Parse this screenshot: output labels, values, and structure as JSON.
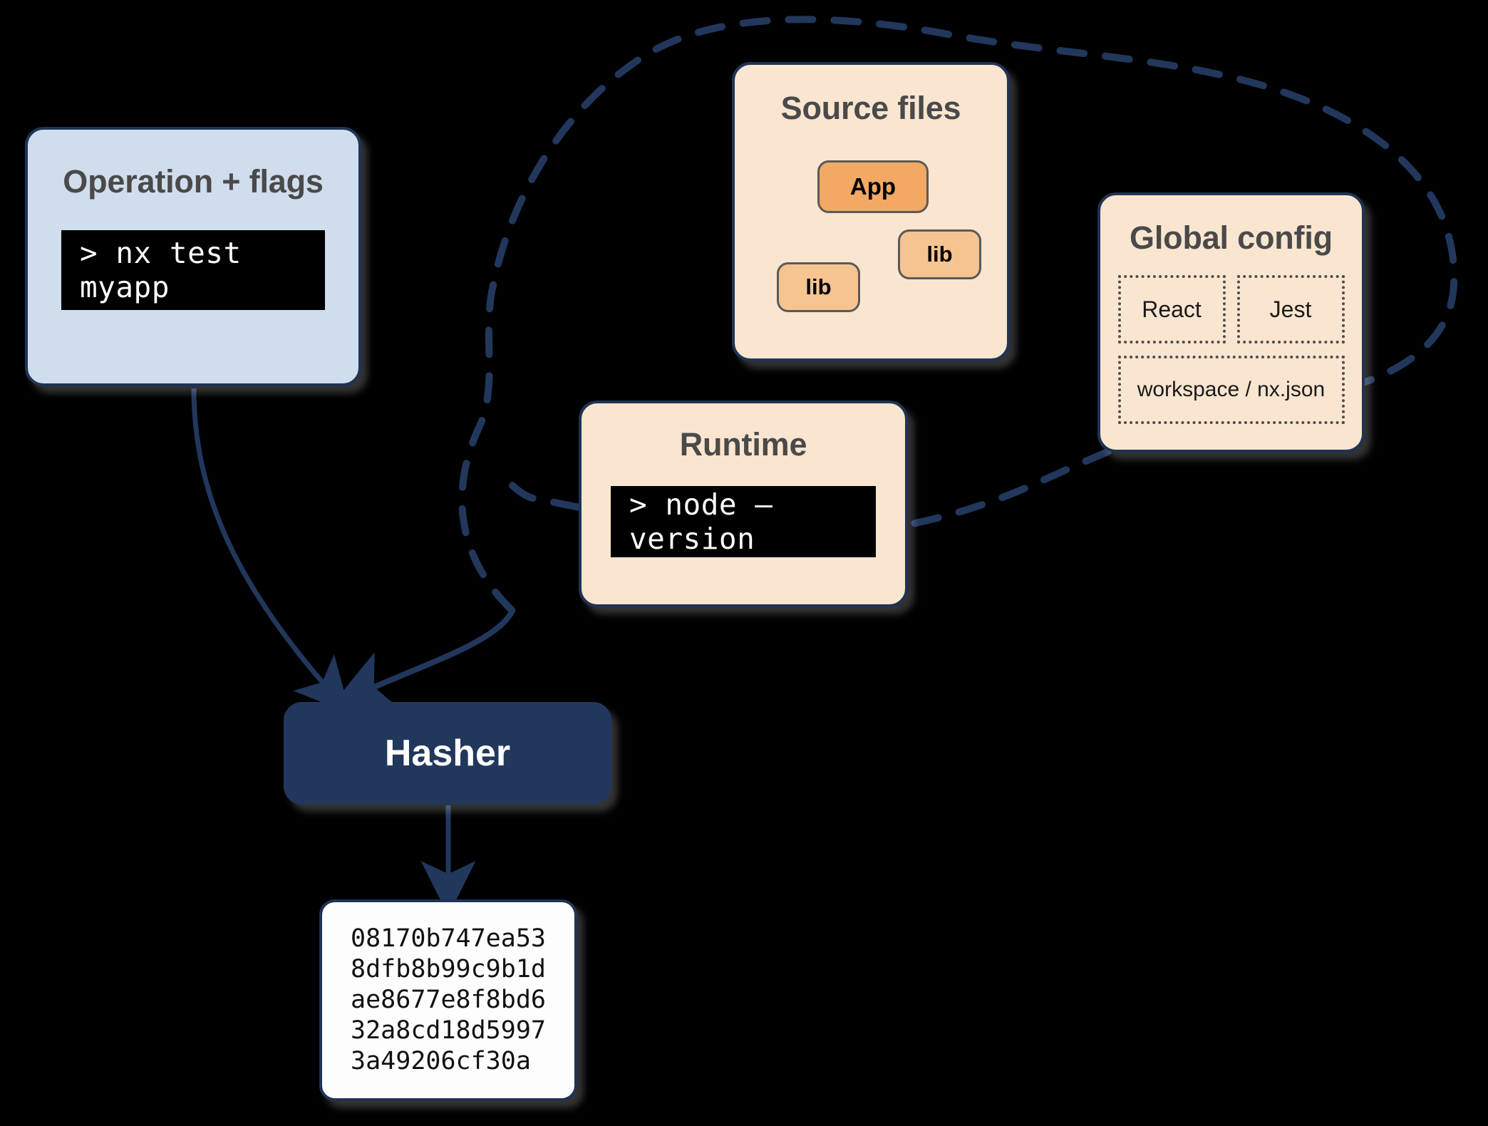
{
  "diagram": {
    "title": "Nx Hasher inputs diagram",
    "colors": {
      "background": "#000000",
      "navy": "#1f3355",
      "navy_fill": "#22375c",
      "light_blue": "#cfdded",
      "peach_card": "#fae5d0",
      "orange_app": "#f1a963",
      "orange_lib": "#f6c491",
      "terminal_bg": "#000000",
      "terminal_fg": "#ffffff",
      "title_gray": "#4a4a4a"
    }
  },
  "operation": {
    "title": "Operation + flags",
    "command": "> nx test myapp"
  },
  "source_files": {
    "title": "Source files",
    "nodes": [
      {
        "id": "app",
        "label": "App"
      },
      {
        "id": "lib_right",
        "label": "lib"
      },
      {
        "id": "lib_left",
        "label": "lib"
      }
    ]
  },
  "global_config": {
    "title": "Global config",
    "cells": [
      {
        "label": "React"
      },
      {
        "label": "Jest"
      },
      {
        "label": "workspace / nx.json"
      }
    ]
  },
  "runtime": {
    "title": "Runtime",
    "command": "> node –version"
  },
  "hasher": {
    "label": "Hasher"
  },
  "hash_output": {
    "lines": [
      "08170b747ea53",
      "8dfb8b99c9b1d",
      "ae8677e8f8bd6",
      "32a8cd18d5997",
      "3a49206cf30a"
    ]
  },
  "connectors": {
    "operation_to_hasher": "curved-arrow",
    "cloud_to_hasher": "curved-arrow",
    "hasher_to_hash": "straight-arrow",
    "app_to_lib_right": "curved-arrow",
    "app_to_lib_left": "curved-arrow",
    "cloud_boundary": "dashed-cloud"
  }
}
